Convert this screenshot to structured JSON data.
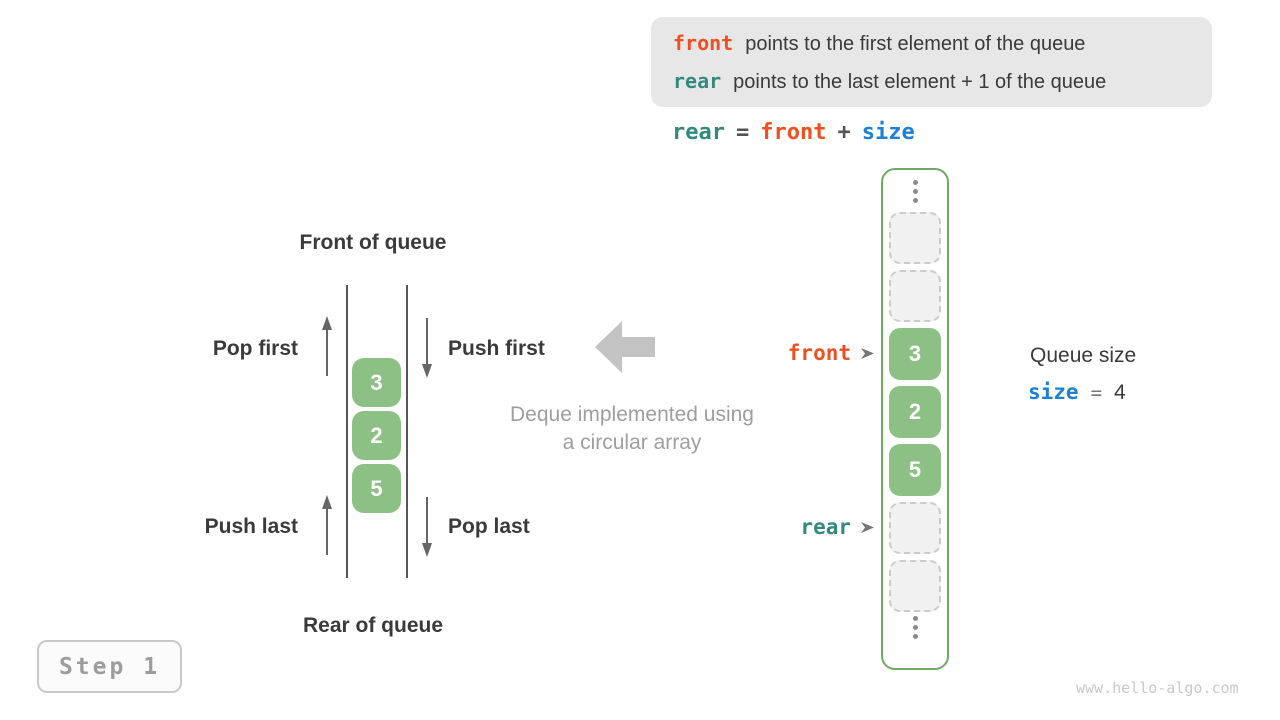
{
  "colors": {
    "orange": "#EE5021",
    "teal": "#33897E",
    "blue": "#1C80D4",
    "green": "#8CC084",
    "green_border": "#6FAA63",
    "dark": "#3A3A3A",
    "operator": "#555555",
    "mid_gray": "#757575",
    "label_gray": "#9E9E9E",
    "arrow_gray": "#666666",
    "big_arrow_gray": "#C3C3C3",
    "info_bg": "#E7E7E7",
    "empty_cell_bg": "#F1F1F1",
    "empty_cell_border": "#CBCBCB",
    "dot_gray": "#8A8A8A",
    "badge_text": "#9C9C9C",
    "badge_border": "#C9C9C9",
    "badge_bg": "#FBFBFB",
    "watermark_gray": "#C9C9C9"
  },
  "info_box": {
    "lines": [
      {
        "keyword": "front",
        "text": "points to the first element of the queue"
      },
      {
        "keyword": "rear",
        "text": "points to the last element + 1 of the queue"
      }
    ]
  },
  "formula": {
    "rear": "rear",
    "eq": "=",
    "front": "front",
    "plus": "+",
    "size": "size"
  },
  "deque": {
    "front_label": "Front of queue",
    "rear_label": "Rear of queue",
    "pop_first": "Pop first",
    "push_first": "Push first",
    "push_last": "Push last",
    "pop_last": "Pop last",
    "values": [
      "3",
      "2",
      "5"
    ]
  },
  "caption": {
    "line1": "Deque implemented using",
    "line2": "a circular array"
  },
  "array_column": {
    "cells": [
      {
        "state": "empty",
        "value": ""
      },
      {
        "state": "empty",
        "value": ""
      },
      {
        "state": "filled",
        "value": "3"
      },
      {
        "state": "filled",
        "value": "2"
      },
      {
        "state": "filled",
        "value": "5"
      },
      {
        "state": "empty",
        "value": ""
      },
      {
        "state": "empty",
        "value": ""
      }
    ],
    "front_pointer": "front",
    "rear_pointer": "rear"
  },
  "queue_size": {
    "title": "Queue size",
    "variable": "size",
    "equals": "=",
    "value": "4"
  },
  "step_badge": "Step 1",
  "watermark": "www.hello-algo.com"
}
